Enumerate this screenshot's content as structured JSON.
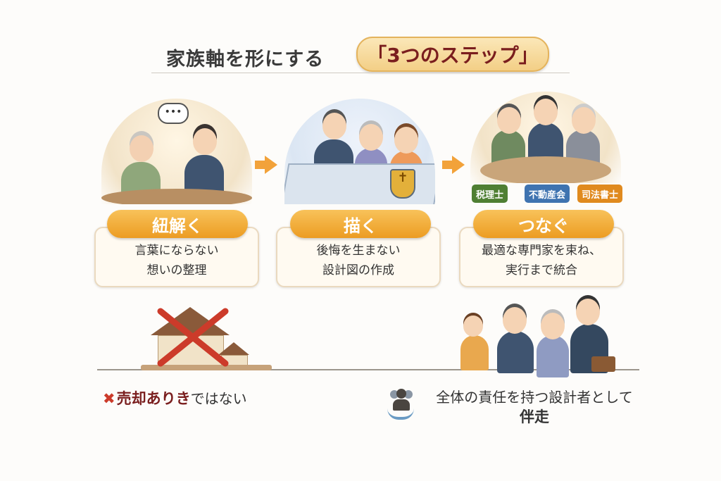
{
  "header": {
    "title": "家族軸を形にする",
    "highlight": "「3つのステップ」"
  },
  "steps": [
    {
      "label": "紐解く",
      "line1": "言葉にならない",
      "line2": "想いの整理"
    },
    {
      "label": "描く",
      "line1": "後悔を生まない",
      "line2": "設計図の作成"
    },
    {
      "label": "つなぐ",
      "line1": "最適な専門家を束ね、",
      "line2": "実行まで統合"
    }
  ],
  "experts": [
    {
      "label": "税理士",
      "color": "#4f7f33"
    },
    {
      "label": "不動産会",
      "color": "#3f73b0"
    },
    {
      "label": "司法書士",
      "color": "#e08a1e"
    }
  ],
  "bottom": {
    "left_strong": "売却ありき",
    "left_rest": "ではない",
    "right_line1": "全体の責任を持つ設計者として",
    "right_line2": "伴走"
  },
  "colors": {
    "accent": "#f2a23a",
    "dark_red": "#7a1e1e",
    "cross": "#cc3b2a"
  }
}
